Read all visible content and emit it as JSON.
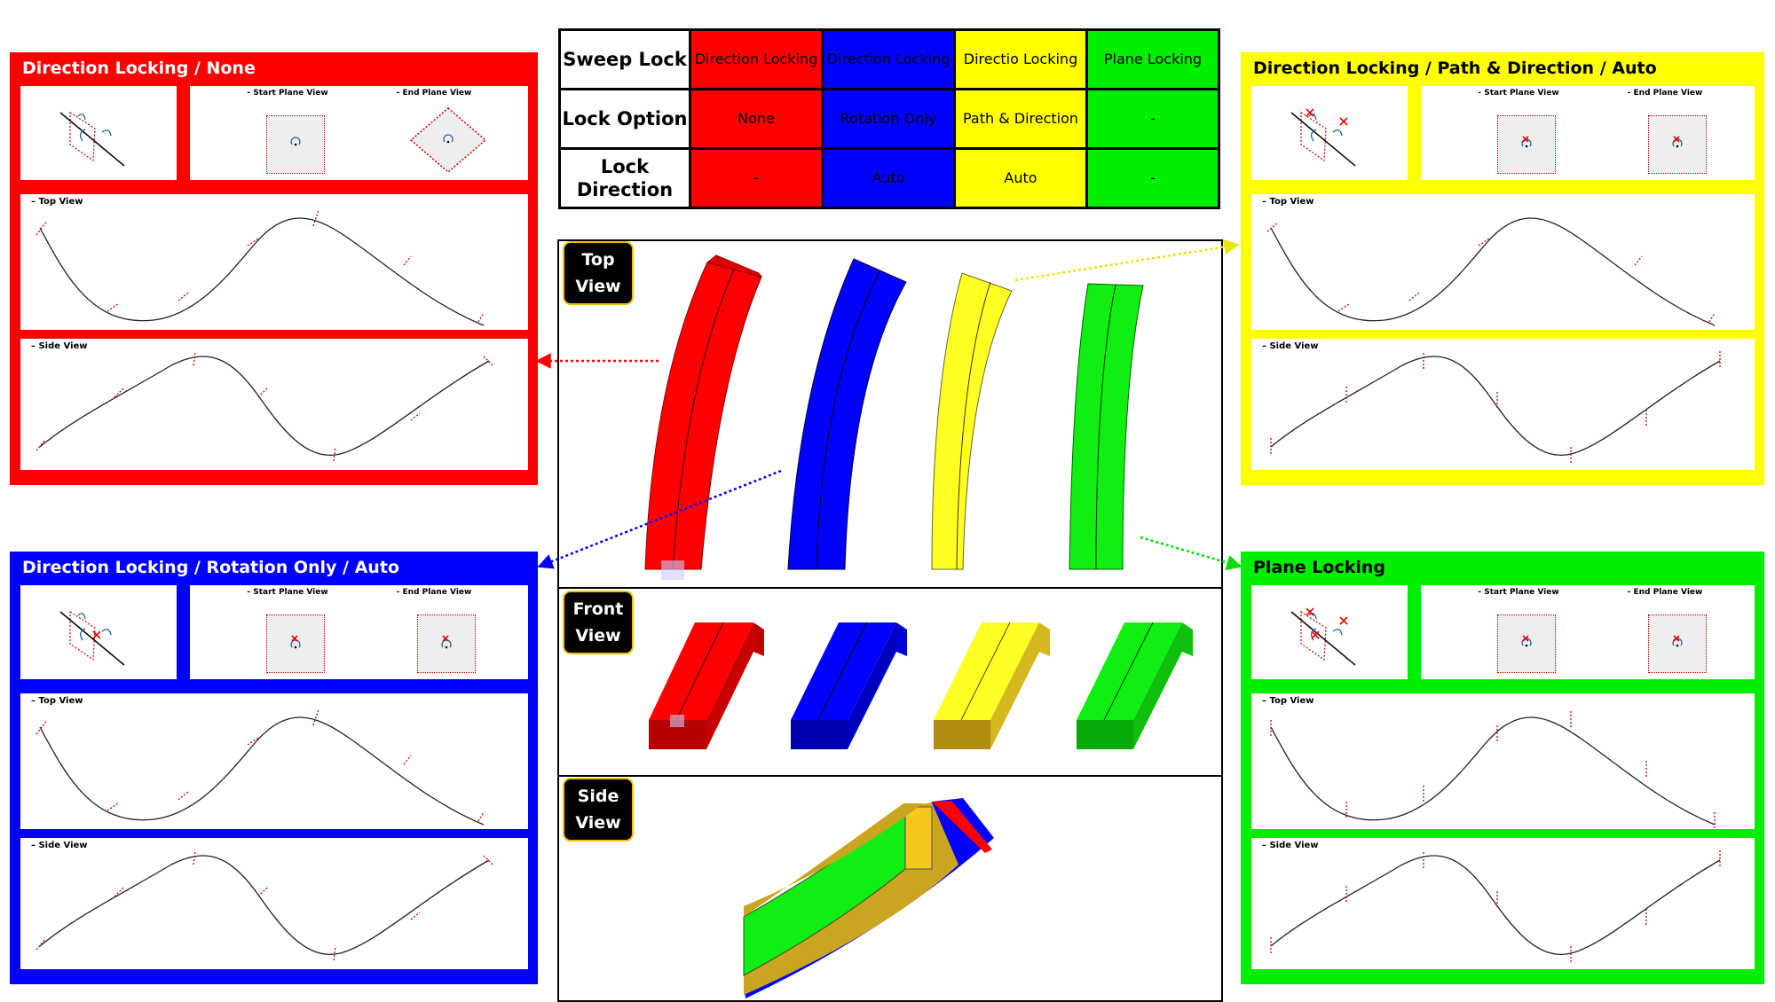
{
  "colors": {
    "red": "#ff0000",
    "blue": "#0000ff",
    "yellow": "#ffff00",
    "green": "#00ee00",
    "label_border": "#f6c000"
  },
  "table": {
    "row_headers": [
      "Sweep Lock",
      "Lock Option",
      "Lock Direction"
    ],
    "columns": [
      {
        "color": "red",
        "sweep_lock": "Direction Locking",
        "lock_option": "None",
        "lock_direction": "-"
      },
      {
        "color": "blue",
        "sweep_lock": "Direction Locking",
        "lock_option": "Rotation Only",
        "lock_direction": "Auto"
      },
      {
        "color": "yellow",
        "sweep_lock": "Directio Locking",
        "lock_option": "Path & Direction",
        "lock_direction": "Auto"
      },
      {
        "color": "green",
        "sweep_lock": "Plane Locking",
        "lock_option": "-",
        "lock_direction": "-"
      }
    ]
  },
  "views": {
    "top": "Top View",
    "front": "Front View",
    "side": "Side View"
  },
  "panels": {
    "red": {
      "title": "Direction Locking / None",
      "start_plane": "- Start Plane View",
      "end_plane": "- End Plane View",
      "top_view": "– Top View",
      "side_view": "– Side View"
    },
    "blue": {
      "title": "Direction Locking / Rotation Only / Auto",
      "start_plane": "- Start Plane View",
      "end_plane": "- End Plane View",
      "top_view": "– Top View",
      "side_view": "– Side View"
    },
    "yellow": {
      "title": "Direction Locking / Path & Direction / Auto",
      "start_plane": "- Start Plane View",
      "end_plane": "- End Plane View",
      "top_view": "– Top View",
      "side_view": "– Side View"
    },
    "green": {
      "title": "Plane Locking",
      "start_plane": "- Start Plane View",
      "end_plane": "- End Plane View",
      "top_view": "– Top View",
      "side_view": "– Side View"
    }
  }
}
